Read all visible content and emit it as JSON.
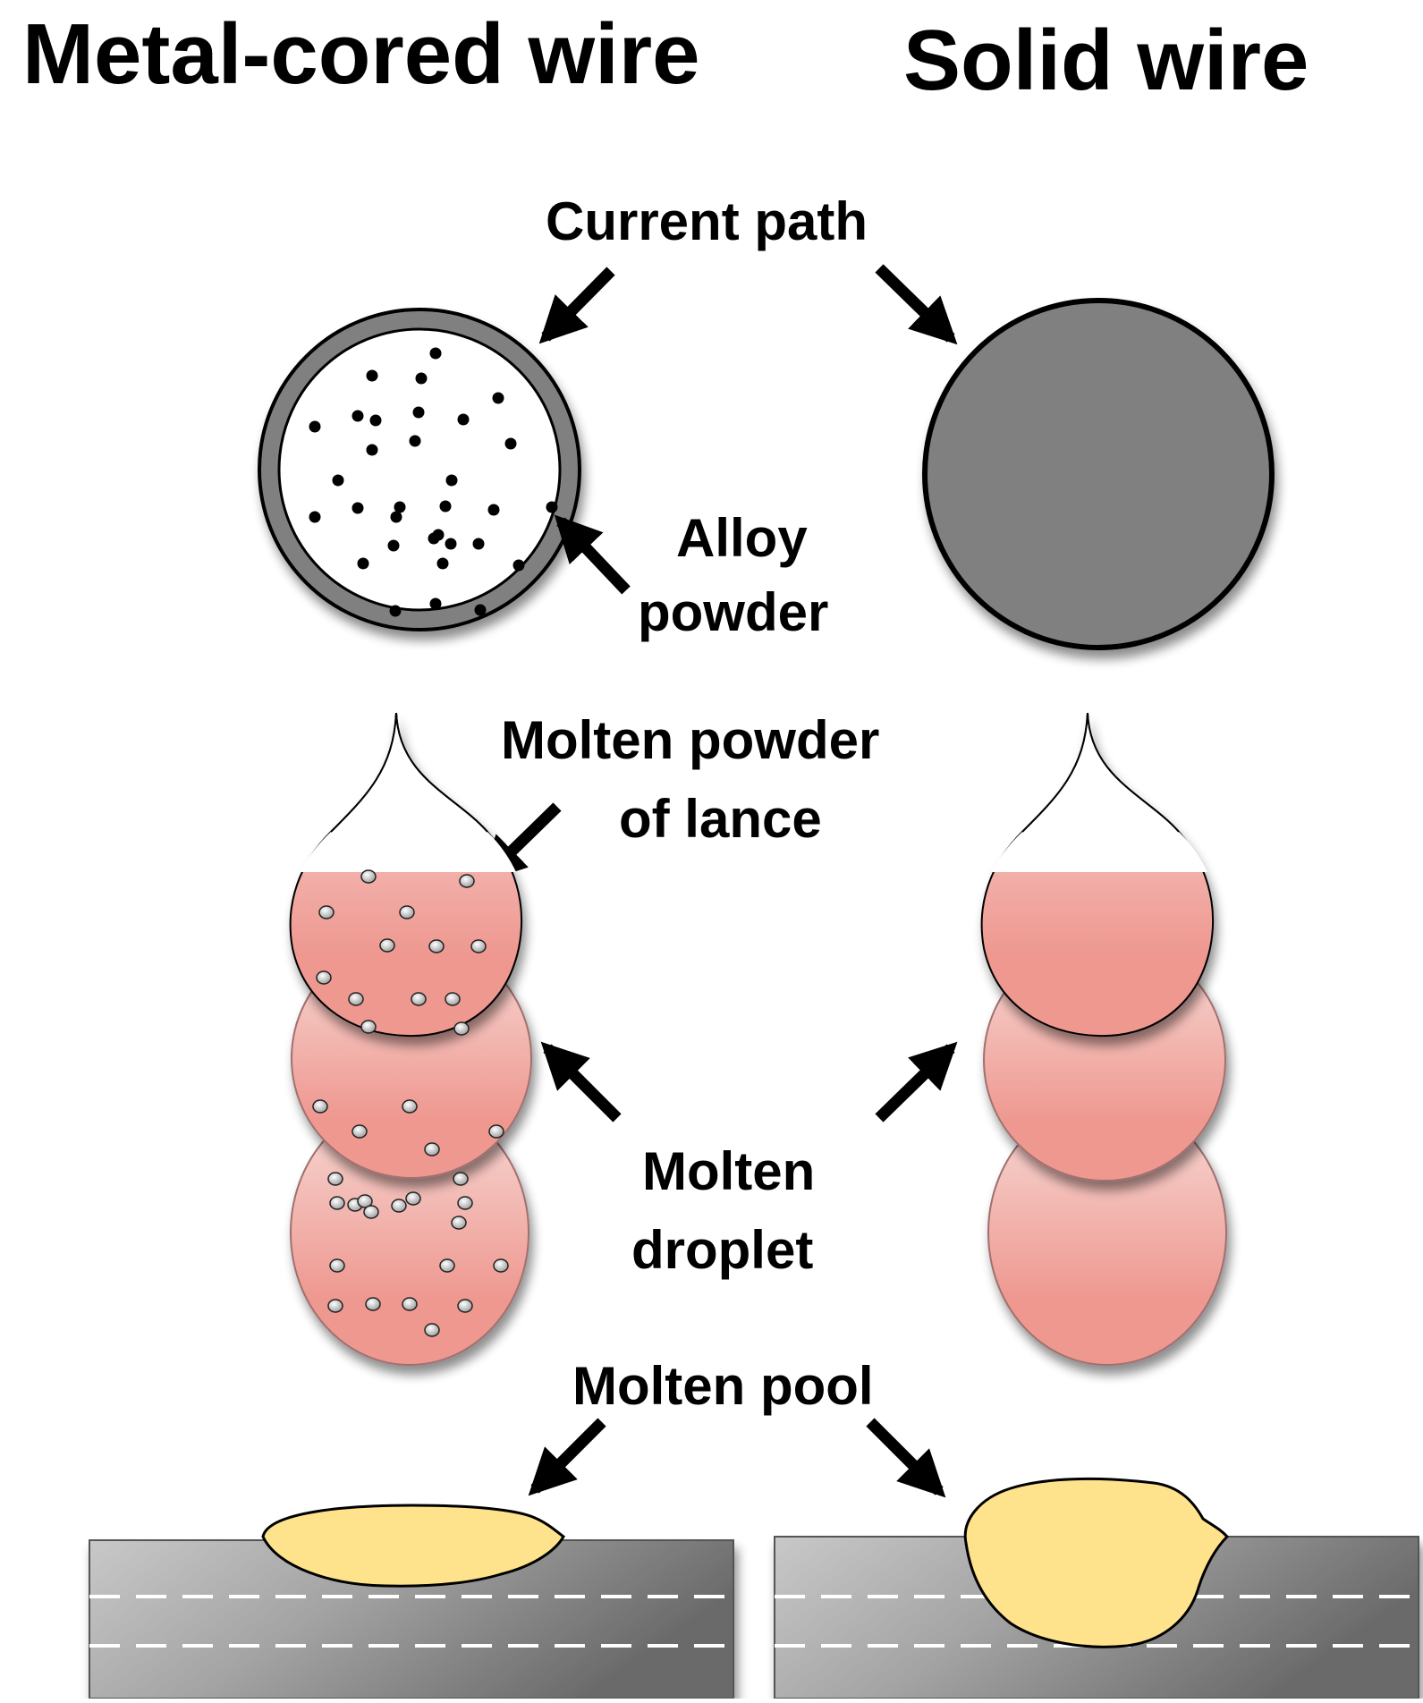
{
  "headings": {
    "left": "Metal-cored wire",
    "right": "Solid wire"
  },
  "labels": {
    "current_path": "Current path",
    "alloy_powder_line1": "Alloy",
    "alloy_powder_line2": "powder",
    "molten_powder_line1": "Molten powder",
    "molten_powder_line2": "of lance",
    "molten_droplet_line1": "Molten",
    "molten_droplet_line2": "droplet",
    "molten_pool": "Molten pool"
  },
  "colors": {
    "sheath": "#808080",
    "solid_wire": "#808080",
    "droplet_top": "#f8dcd8",
    "droplet_bottom": "#ee9890",
    "pool": "#ffe38c",
    "base_metal_light": "#c4c4c4",
    "base_metal_dark": "#6e6e6e"
  }
}
